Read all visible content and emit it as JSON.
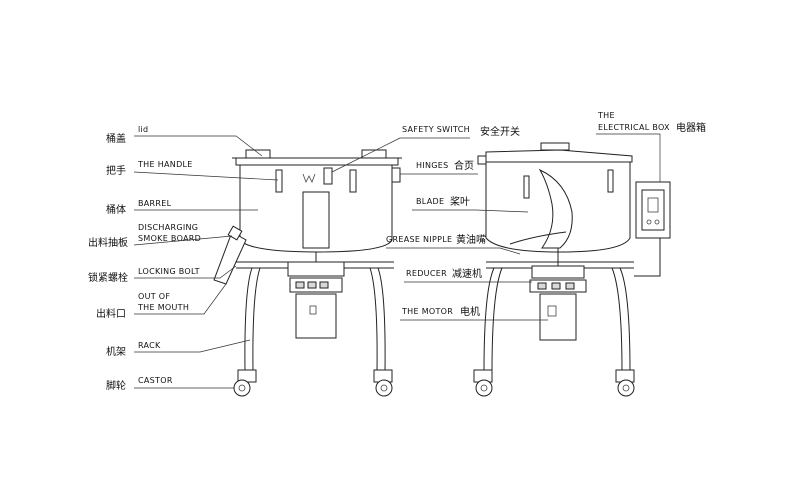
{
  "left_labels": [
    {
      "cn": "桶盖",
      "en": [
        "lid"
      ]
    },
    {
      "cn": "把手",
      "en": [
        "THE HANDLE"
      ]
    },
    {
      "cn": "桶体",
      "en": [
        "BARREL"
      ]
    },
    {
      "cn": "出料抽板",
      "en": [
        "DISCHARGING",
        "SMOKE BOARD"
      ]
    },
    {
      "cn": "锁紧螺栓",
      "en": [
        "LOCKING BOLT"
      ]
    },
    {
      "cn": "出料口",
      "en": [
        "OUT OF",
        "THE MOUTH"
      ]
    },
    {
      "cn": "机架",
      "en": [
        "RACK"
      ]
    },
    {
      "cn": "脚轮",
      "en": [
        "CASTOR"
      ]
    }
  ],
  "right_labels": [
    {
      "en": "SAFETY SWITCH",
      "cn": "安全开关"
    },
    {
      "en": "HINGES",
      "cn": "合页"
    },
    {
      "en": "BLADE",
      "cn": "桨叶"
    },
    {
      "en": "GREASE NIPPLE",
      "cn": "黄油嘴"
    },
    {
      "en": "REDUCER",
      "cn": "减速机"
    },
    {
      "en": "THE MOTOR",
      "cn": "电机"
    }
  ],
  "electrical_box": {
    "en_line1": "THE",
    "en_line2": "ELECTRICAL BOX",
    "cn": "电器箱"
  }
}
